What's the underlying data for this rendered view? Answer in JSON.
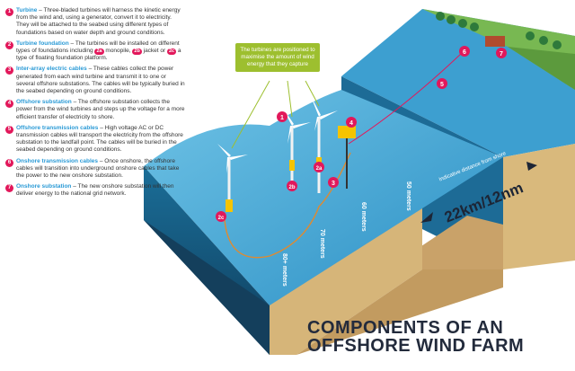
{
  "legend": [
    {
      "num": "1",
      "title": "Turbine",
      "text": " – Three-bladed turbines will harness the kinetic energy from the wind and, using a generator, convert it to electricity. They will be attached to the seabed using different types of foundations based on water depth and ground conditions."
    },
    {
      "num": "2",
      "title": "Turbine foundation",
      "text": " – The turbines will be installed on different types of foundations including",
      "b1": "2a",
      "t1": " monopile, ",
      "b2": "2b",
      "t2": " jacket or ",
      "b3": "2c",
      "t3": " a type of floating foundation platform."
    },
    {
      "num": "3",
      "title": "Inter-array electric cables",
      "text": " – These cables collect the power generated from each wind turbine and transmit it to one or several offshore substations. The cables will be typically buried in the seabed depending on ground conditions."
    },
    {
      "num": "4",
      "title": "Offshore substation",
      "text": " – The offshore substation collects the power from the wind turbines and steps up the voltage for a more efficient transfer of electricity to shore."
    },
    {
      "num": "5",
      "title": "Offshore transmission cables",
      "text": " – High voltage AC or DC transmission cables will transport the electricity from the offshore substation to the landfall point. The cables will be buried in the seabed depending on ground conditions."
    },
    {
      "num": "6",
      "title": "Onshore transmission cables",
      "text": " – Once onshore, the offshore cables will transition into underground onshore cables that take the power to the new onshore substation."
    },
    {
      "num": "7",
      "title": "Onshore substation",
      "text": " – The new onshore substation will then deliver energy to the national grid network."
    }
  ],
  "callout": "The turbines are positioned to maximise the amount of wind energy that they capture",
  "title_line1": "COMPONENTS OF AN",
  "title_line2": "OFFSHORE WIND FARM",
  "distance_label": "Indicative distance from shore",
  "distance_value": "22km/12nm",
  "depths": [
    "50 meters",
    "60 meters",
    "70 meters",
    "80+ meters"
  ],
  "markers": [
    "1",
    "2a",
    "2b",
    "2c",
    "3",
    "4",
    "5",
    "6",
    "7"
  ],
  "colors": {
    "accent": "#e2185b",
    "title_blue": "#2a9ad6",
    "sea": "#1c5f86",
    "callout": "#9dbf2f"
  }
}
